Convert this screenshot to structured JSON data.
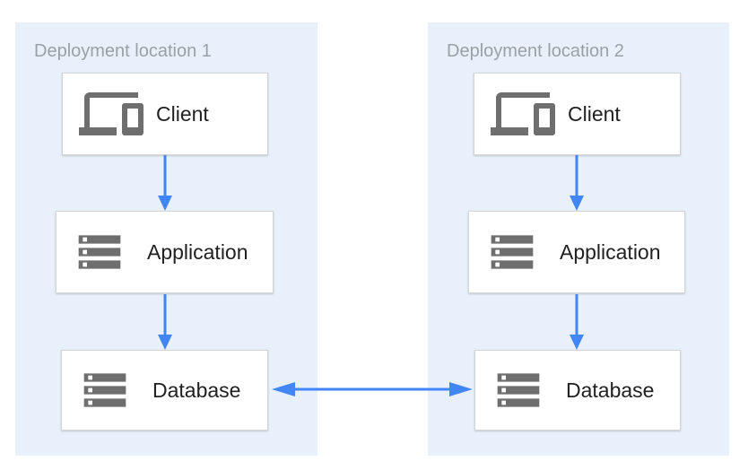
{
  "diagram": {
    "panels": [
      {
        "title": "Deployment location 1",
        "nodes": [
          {
            "label": "Client",
            "icon": "devices-icon"
          },
          {
            "label": "Application",
            "icon": "server-stack-icon"
          },
          {
            "label": "Database",
            "icon": "server-stack-icon"
          }
        ]
      },
      {
        "title": "Deployment location 2",
        "nodes": [
          {
            "label": "Client",
            "icon": "devices-icon"
          },
          {
            "label": "Application",
            "icon": "server-stack-icon"
          },
          {
            "label": "Database",
            "icon": "server-stack-icon"
          }
        ]
      }
    ],
    "connections": [
      {
        "from": "Client",
        "to": "Application",
        "panel": "Deployment location 1",
        "type": "one-way-down"
      },
      {
        "from": "Application",
        "to": "Database",
        "panel": "Deployment location 1",
        "type": "one-way-down"
      },
      {
        "from": "Client",
        "to": "Application",
        "panel": "Deployment location 2",
        "type": "one-way-down"
      },
      {
        "from": "Application",
        "to": "Database",
        "panel": "Deployment location 2",
        "type": "one-way-down"
      },
      {
        "from": "Database (location 1)",
        "to": "Database (location 2)",
        "type": "two-way-horizontal"
      }
    ],
    "colors": {
      "accent-blue": "#4285F4",
      "panel-bg": "#E8F1FB",
      "box-bg": "#FFFFFF",
      "box-border": "#D5D5D5",
      "icon-gray": "#6E6E6E",
      "title-gray": "#9AA0A6",
      "label-text": "#212121"
    }
  }
}
